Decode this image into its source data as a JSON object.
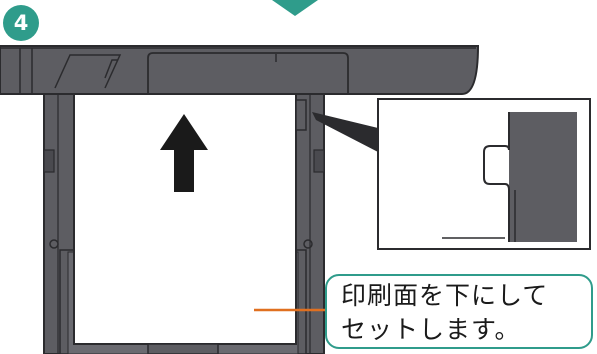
{
  "step": {
    "number": "4",
    "badge_color": "#2f9c8b"
  },
  "instruction": {
    "line1": "印刷面を下にして",
    "line2": "セットします。"
  },
  "colors": {
    "accent": "#2f9c8b",
    "pointer_line": "#e07020",
    "printer_body": "#5d5d62",
    "paper": "#ffffff",
    "arrow": "#1a1a1a"
  },
  "icons": {
    "top_marker": "down-triangle-icon",
    "direction_arrow": "up-arrow-icon"
  }
}
